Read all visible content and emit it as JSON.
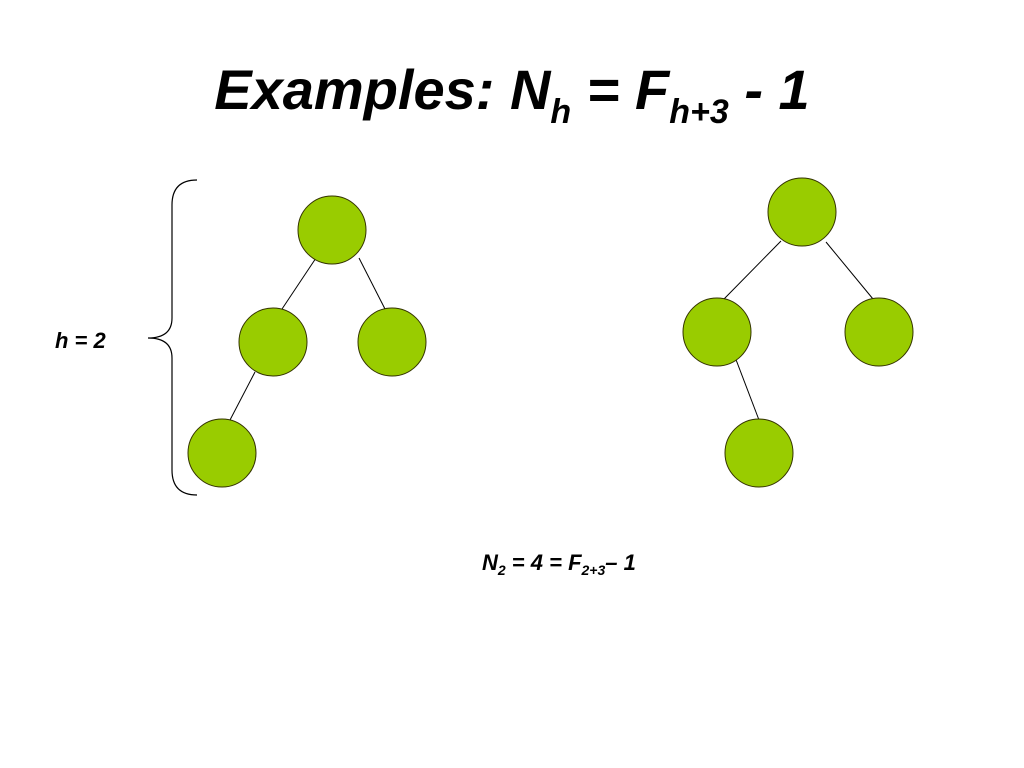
{
  "title": {
    "prefix": "Examples: N",
    "sub1": "h",
    "mid": " = F",
    "sub2": "h+3",
    "suffix": " - 1"
  },
  "height_label": "h = 2",
  "equation": {
    "n": "N",
    "n_sub": "2",
    "mid": " = 4 = F",
    "f_sub": "2+3",
    "suffix": "– 1"
  },
  "colors": {
    "node_fill": "#99cc00",
    "node_stroke": "#333300",
    "edge": "#000000"
  }
}
